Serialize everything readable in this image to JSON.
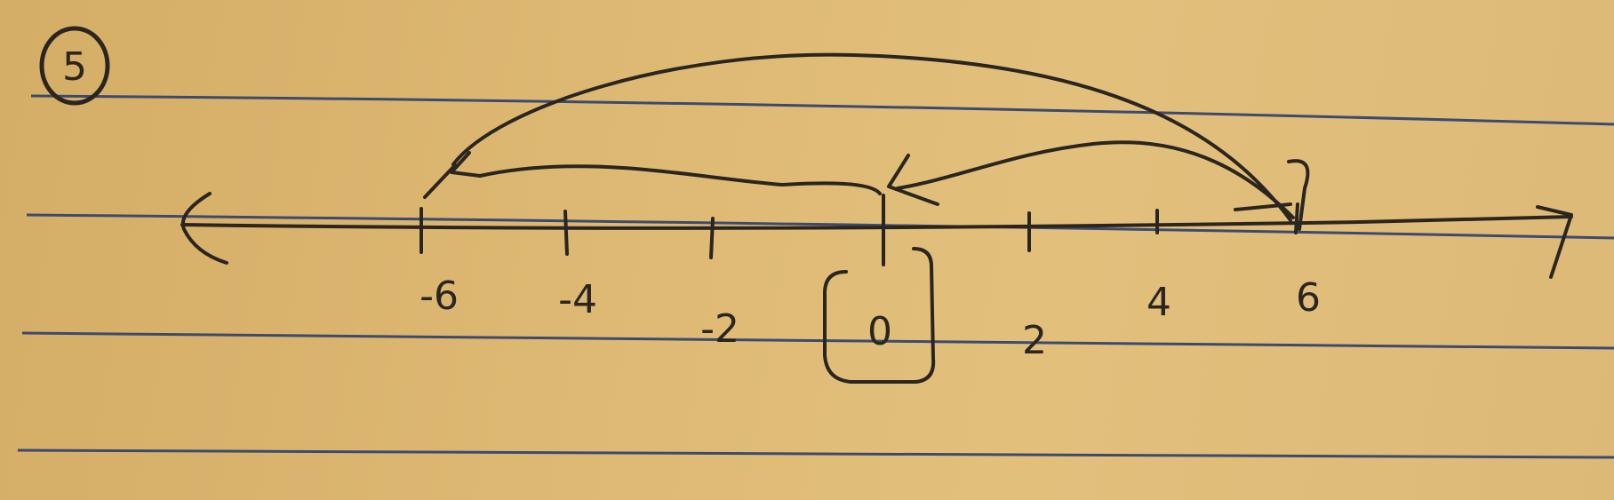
{
  "problem_number": "5",
  "number_line": {
    "tick_labels": [
      "-6",
      "-4",
      "-2",
      "0",
      "2",
      "4",
      "6"
    ],
    "highlighted_label": "0",
    "jumps": [
      {
        "from": "6",
        "to": "-6"
      },
      {
        "from": "6",
        "to": "0"
      },
      {
        "from": "0",
        "to": "-6"
      }
    ]
  },
  "colors": {
    "paper": "#ddb872",
    "ink": "#2b2520",
    "rule_lines": "#3b4a6e"
  }
}
